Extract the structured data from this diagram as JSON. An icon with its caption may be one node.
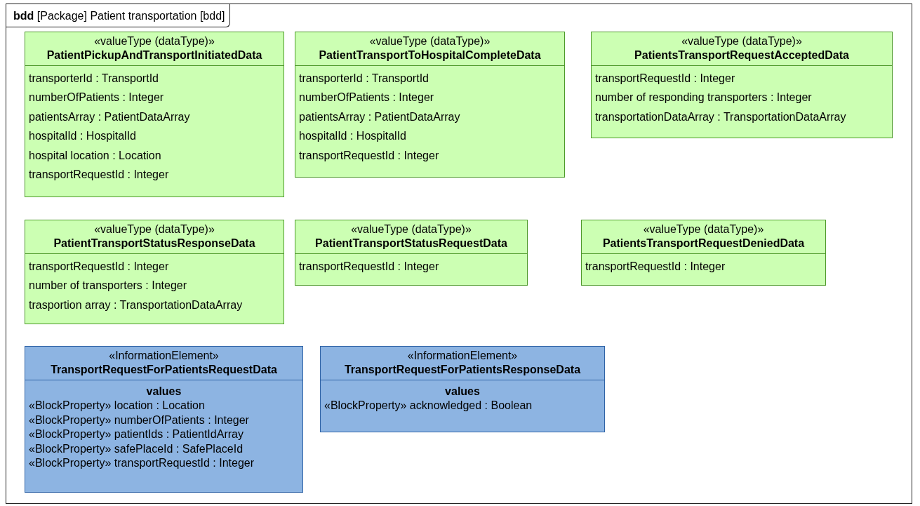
{
  "diagram": {
    "nodes": [
      {
        "text": [
          "**bdd** [Package] Patient transportation [bdd]"
        ]
      },
      {
        "text": [
          "«valueType (dataType)»",
          "PatientPickupAndTransportInitiatedData",
          "transporterId : TransportId",
          "numberOfPatients : Integer",
          "patientsArray : PatientDataArray",
          "hospitalId : HospitalId",
          "hospital location : Location",
          "transportRequestId : Integer"
        ],
        "in": 0
      },
      {
        "text": [
          "«valueType (dataType)»",
          "PatientTransportToHospitalCompleteData",
          "transporterId : TransportId",
          "numberOfPatients : Integer",
          "patientsArray : PatientDataArray",
          "hospitalId : HospitalId",
          "transportRequestId : Integer"
        ],
        "in": 0
      },
      {
        "text": [
          "«valueType (dataType)»",
          "PatientsTransportRequestAcceptedData",
          "transportRequestId : Integer",
          "number of responding transporters : Integer",
          "transportationDataArray : TransportationDataArray"
        ],
        "in": 0
      },
      {
        "text": [
          "«valueType (dataType)»",
          "PatientTransportStatusResponseData",
          "transportRequestId : Integer",
          "number of transporters : Integer",
          "trasportion array : TransportationDataArray"
        ],
        "in": 0
      },
      {
        "text": [
          "«valueType (dataType)»",
          "PatientTransportStatusRequestData",
          "transportRequestId : Integer"
        ],
        "in": 0
      },
      {
        "text": [
          "«valueType (dataType)»",
          "PatientsTransportRequestDeniedData",
          "transportRequestId : Integer"
        ],
        "in": 0
      },
      {
        "text": [
          "«InformationElement»",
          "TransportRequestForPatientsRequestData",
          "values",
          "«BlockProperty» location : Location",
          "«BlockProperty» numberOfPatients : Integer",
          "«BlockProperty» patientIds : PatientIdArray",
          "«BlockProperty» safePlaceId : SafePlaceId",
          "«BlockProperty» transportRequestId : Integer"
        ],
        "in": 0
      },
      {
        "text": [
          "«InformationElement»",
          "TransportRequestForPatientsResponseData",
          "values",
          "«BlockProperty» acknowledged : Boolean"
        ],
        "in": 0
      }
    ],
    "edges": []
  }
}
